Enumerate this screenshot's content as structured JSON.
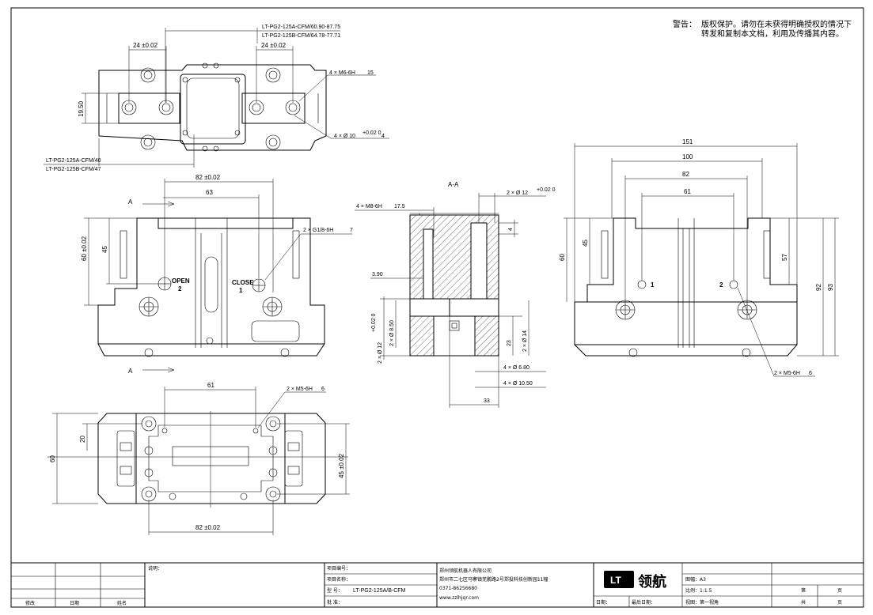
{
  "warning": {
    "label": "警告：",
    "line1": "版权保护。请勿在未获得明确授权的情况下",
    "line2": "转发和复制本文档，利用及传播其内容。"
  },
  "top_view": {
    "dim_24_left": "24 ±0.02",
    "dim_24_right": "24 ±0.02",
    "dim_19_50": "19.50",
    "callout_a": "LT-PG2-125A-CFM/60.90-87.75",
    "callout_b": "LT-PG2-125B-CFM/64.78-77.71",
    "callout_c": "LT-PG2-125A-CFM/40",
    "callout_d": "LT-PG2-125B-CFM/47",
    "thread_m6": "4 × M6-6H",
    "thread_m6_depth": "15",
    "hole_d10": "4 × Ø 10",
    "hole_d10_tol": "+0.02 0",
    "hole_d10_depth": "4"
  },
  "front_view": {
    "dim_82": "82 ±0.02",
    "dim_63": "63",
    "dim_60": "60 ±0.02",
    "dim_45": "45",
    "section_a": "A",
    "section_a2": "A",
    "port": "2 × G1/8-6H",
    "port_depth": "7",
    "open_label": "OPEN",
    "open_num": "2",
    "close_label": "CLOSE",
    "close_num": "1"
  },
  "section_view": {
    "title": "A-A",
    "thread_m8": "4 × M8-6H",
    "thread_m8_depth": "17.5",
    "hole_d12": "2 × Ø 12",
    "hole_d12_tol": "+0.02 0",
    "dim_4": "4",
    "dim_3_90": "3.90",
    "dim_d12_b": "2 × Ø 12",
    "dim_d12_b_tol": "+0.02 0",
    "dim_d8_50": "2 × Ø 8.50",
    "dim_23": "23",
    "dim_d14": "2 × Ø 14",
    "dim_d6_80": "4 × Ø 6.80",
    "dim_d10_50": "4 × Ø 10.50",
    "dim_33": "33"
  },
  "side_view": {
    "dim_151": "151",
    "dim_100": "100",
    "dim_82": "82",
    "dim_61": "61",
    "dim_45": "45",
    "dim_60": "60",
    "dim_57": "57",
    "dim_92": "92",
    "dim_93": "93",
    "port1": "1",
    "port2": "2",
    "thread_m5": "2 × M5-6H",
    "thread_m5_depth": "6"
  },
  "bottom_view": {
    "dim_61": "61",
    "thread_m5": "2 × M5-6H",
    "thread_m5_depth": "6",
    "dim_60": "60",
    "dim_20": "20",
    "dim_45": "45 ±0.02",
    "dim_82": "82 ±0.02"
  },
  "title_block": {
    "note_label": "说明：",
    "project_no": "项目编号：",
    "project_name": "项目名称：",
    "model_label": "型    号：",
    "model_value": "LT-PG2-125A/B-CFM",
    "approve": "批    准：",
    "company": "郑州领航机器人有限公司",
    "address": "郑州市二七区马寨镇芜鹏路2号郑投科技创新园11幢",
    "phone": "0371-86256680",
    "web": "www.zzlhjqr.com",
    "logo_mark": "LT",
    "logo_text": "领航",
    "paper": "图幅：A3",
    "scale": "比例：1:1.5",
    "date": "日期：",
    "last_date": "最后日期：",
    "view": "视图：第一视角",
    "page_label": "第",
    "page_unit": "页",
    "total_label": "共",
    "total_unit": "页",
    "rev_col1": "修改",
    "rev_col2": "日期",
    "rev_col3": "姓名"
  }
}
